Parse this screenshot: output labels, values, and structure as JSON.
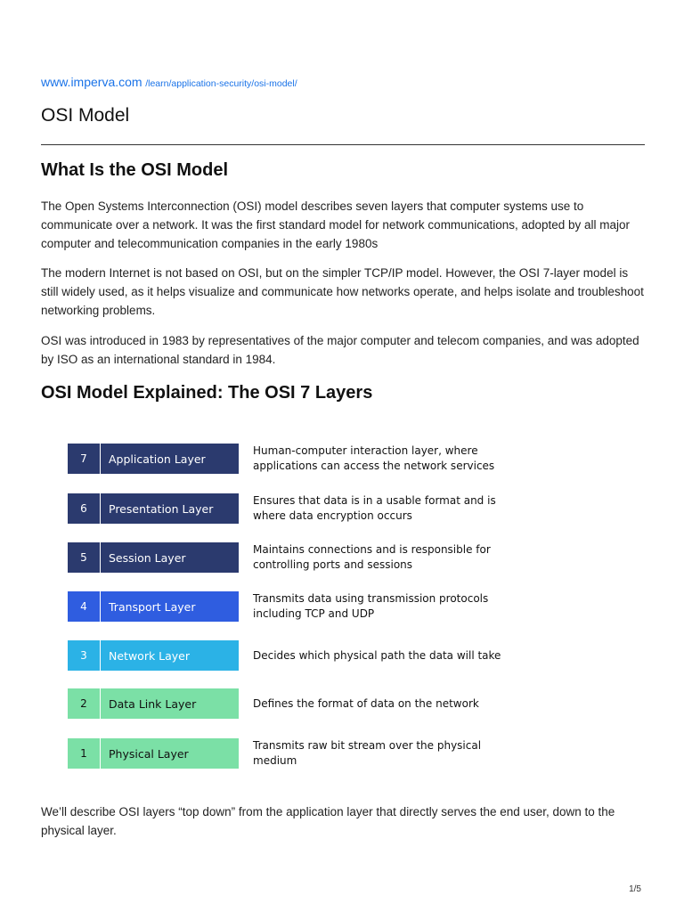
{
  "source": {
    "domain": "www.imperva.com",
    "path": "/learn/application-security/osi-model/"
  },
  "doc_title": "OSI Model",
  "section1": {
    "heading": "What Is the OSI Model",
    "paragraphs": [
      "The Open Systems Interconnection (OSI) model describes seven layers that computer systems use to communicate over a network. It was the first standard model for network communications, adopted by all major computer and telecommunication companies in the early 1980s",
      "The modern Internet is not based on OSI, but on the simpler TCP/IP model. However, the OSI 7-layer model is still widely used, as it helps visualize and communicate how networks operate, and helps isolate and troubleshoot networking problems.",
      "OSI was introduced in 1983 by representatives of the major computer and telecom companies, and was adopted by ISO as an international standard in 1984."
    ]
  },
  "section2": {
    "heading": "OSI Model Explained: The OSI 7 Layers",
    "layers": [
      {
        "number": "7",
        "name": "Application Layer",
        "description": "Human-computer interaction layer, where applications can access the network services",
        "color": "#2b3a6e",
        "text_color": "#ffffff"
      },
      {
        "number": "6",
        "name": "Presentation Layer",
        "description": "Ensures that data is in a usable format and is where data encryption occurs",
        "color": "#2b3a6e",
        "text_color": "#ffffff"
      },
      {
        "number": "5",
        "name": "Session Layer",
        "description": "Maintains connections and is responsible for controlling ports and sessions",
        "color": "#2b3a6e",
        "text_color": "#ffffff"
      },
      {
        "number": "4",
        "name": "Transport Layer",
        "description": "Transmits data using transmission protocols including TCP and UDP",
        "color": "#2f5de0",
        "text_color": "#ffffff"
      },
      {
        "number": "3",
        "name": "Network Layer",
        "description": "Decides which physical path the data will take",
        "color": "#2bb2e6",
        "text_color": "#ffffff"
      },
      {
        "number": "2",
        "name": "Data Link Layer",
        "description": "Defines the format of data on the network",
        "color": "#7be0a6",
        "text_color": "#111111"
      },
      {
        "number": "1",
        "name": "Physical Layer",
        "description": "Transmits raw bit stream over the physical medium",
        "color": "#7be0a6",
        "text_color": "#111111"
      }
    ],
    "closing": "We’ll describe OSI layers “top down” from the application layer that directly serves the end user, down to the physical layer."
  },
  "footer": {
    "page_indicator": "1/5"
  }
}
